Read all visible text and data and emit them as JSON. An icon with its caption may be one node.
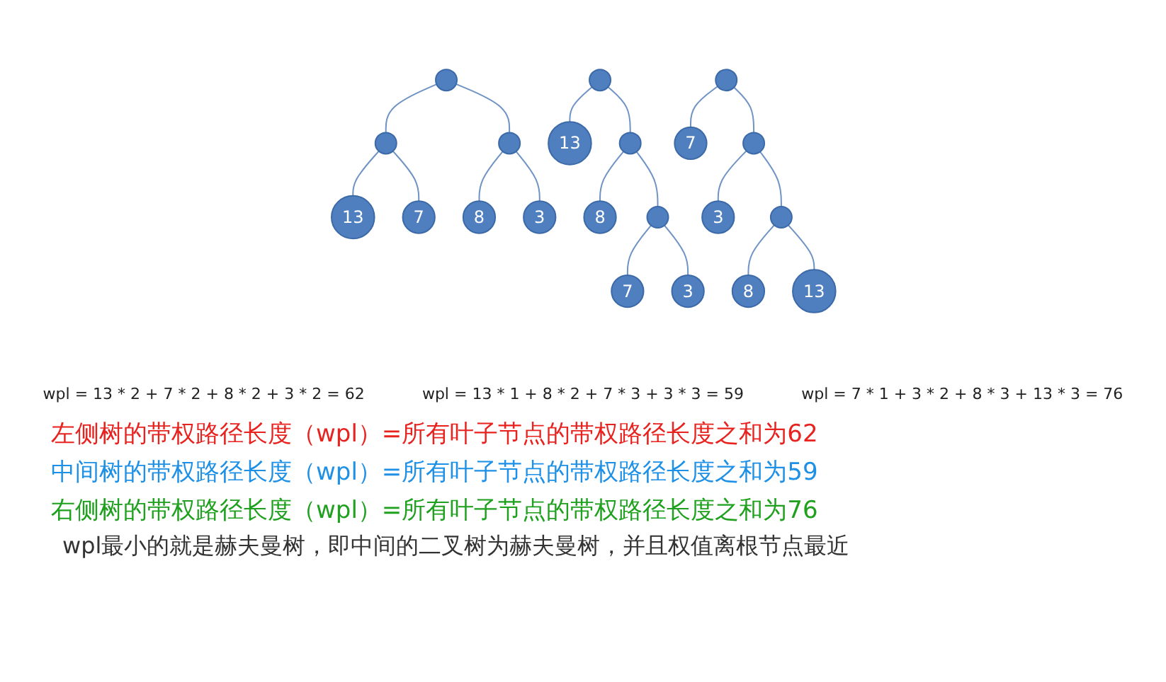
{
  "diagram": {
    "nodes": [
      {
        "text": [],
        "shape": "circle"
      },
      {
        "text": [],
        "shape": "circle"
      },
      {
        "text": [],
        "shape": "circle"
      },
      {
        "text": [
          "13"
        ]
      },
      {
        "text": [
          "7"
        ]
      },
      {
        "text": [
          "8"
        ]
      },
      {
        "text": [
          "3"
        ]
      },
      {
        "text": [],
        "shape": "circle"
      },
      {
        "text": [
          "13"
        ]
      },
      {
        "text": [],
        "shape": "circle"
      },
      {
        "text": [
          "8"
        ]
      },
      {
        "text": [],
        "shape": "circle"
      },
      {
        "text": [
          "7"
        ]
      },
      {
        "text": [
          "3"
        ]
      },
      {
        "text": [],
        "shape": "circle"
      },
      {
        "text": [
          "7"
        ]
      },
      {
        "text": [],
        "shape": "circle"
      },
      {
        "text": [
          "3"
        ]
      },
      {
        "text": [],
        "shape": "circle"
      },
      {
        "text": [
          "8"
        ]
      },
      {
        "text": [
          "13"
        ]
      }
    ],
    "edges": [
      {
        "from": 0,
        "to": 1,
        "arrow": "none"
      },
      {
        "from": 0,
        "to": 2,
        "arrow": "none"
      },
      {
        "from": 1,
        "to": 3,
        "arrow": "none"
      },
      {
        "from": 1,
        "to": 4,
        "arrow": "none"
      },
      {
        "from": 2,
        "to": 5,
        "arrow": "none"
      },
      {
        "from": 2,
        "to": 6,
        "arrow": "none"
      },
      {
        "from": 7,
        "to": 8,
        "arrow": "none"
      },
      {
        "from": 7,
        "to": 9,
        "arrow": "none"
      },
      {
        "from": 9,
        "to": 10,
        "arrow": "none"
      },
      {
        "from": 9,
        "to": 11,
        "arrow": "none"
      },
      {
        "from": 11,
        "to": 12,
        "arrow": "none"
      },
      {
        "from": 11,
        "to": 13,
        "arrow": "none"
      },
      {
        "from": 14,
        "to": 15,
        "arrow": "none"
      },
      {
        "from": 14,
        "to": 16,
        "arrow": "none"
      },
      {
        "from": 16,
        "to": 17,
        "arrow": "none"
      },
      {
        "from": 16,
        "to": 18,
        "arrow": "none"
      },
      {
        "from": 18,
        "to": 19,
        "arrow": "none"
      },
      {
        "from": 18,
        "to": 20,
        "arrow": "none"
      }
    ],
    "labels": [
      "wpl = 13 * 2 + 7 * 2 + 8 * 2 + 3 * 2 = 62",
      "wpl = 13 * 1 + 8 * 2 + 7 * 3 + 3 * 3 = 59",
      "wpl = 7 * 1 + 3 * 2 + 8 * 3 + 13 * 3 = 76",
      "左侧树的带权路径长度（wpl）=所有叶子节点的带权路径长度之和为62",
      "中间树的带权路径长度（wpl）=所有叶子节点的带权路径长度之和为59",
      "右侧树的带权路径长度（wpl）=所有叶子节点的带权路径长度之和为76",
      "wpl最小的就是赫夫曼树，即中间的二叉树为赫夫曼树，并且权值离根节点最近"
    ]
  }
}
